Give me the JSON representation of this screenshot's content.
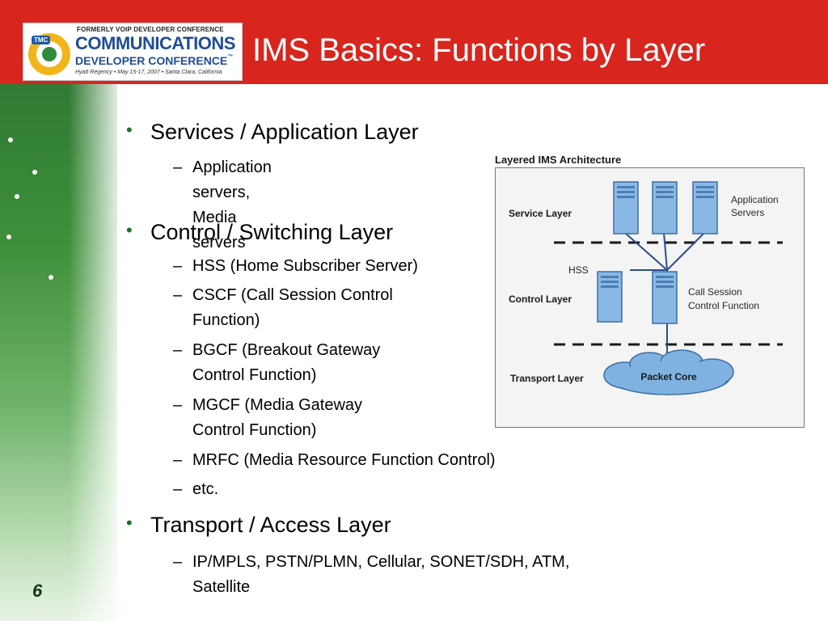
{
  "header": {
    "title": "IMS Basics: Functions by Layer",
    "logo": {
      "top_line": "FORMERLY VOIP DEVELOPER CONFERENCE",
      "badge": "TMC",
      "line1": "COMMUNICATIONS",
      "line2": "DEVELOPER CONFERENCE",
      "tm": "™",
      "line3": "Hyatt Regency • May 15-17, 2007 • Santa Clara, California"
    }
  },
  "content": {
    "sections": [
      {
        "heading": "Services / Application Layer",
        "items": [
          {
            "line1": "Application servers,",
            "line2": "Media servers"
          }
        ]
      },
      {
        "heading": "Control / Switching Layer",
        "items": [
          {
            "line1": "HSS (Home Subscriber Server)",
            "line2": ""
          },
          {
            "line1": "CSCF (Call Session Control",
            "line2": "Function)"
          },
          {
            "line1": "BGCF (Breakout Gateway",
            "line2": "Control Function)"
          },
          {
            "line1": "MGCF (Media Gateway",
            "line2": "Control Function)"
          },
          {
            "line1": "MRFC (Media Resource Function Control)",
            "line2": ""
          },
          {
            "line1": "etc.",
            "line2": ""
          }
        ]
      },
      {
        "heading": "Transport / Access Layer",
        "items": [
          {
            "line1": "IP/MPLS, PSTN/PLMN, Cellular, SONET/SDH, ATM,",
            "line2": "Satellite"
          }
        ]
      }
    ]
  },
  "figure": {
    "caption": "Layered IMS Architecture",
    "layers": {
      "service": "Service Layer",
      "control": "Control Layer",
      "transport": "Transport Layer"
    },
    "labels": {
      "app_servers_1": "Application",
      "app_servers_2": "Servers",
      "hss": "HSS",
      "cscf_1": "Call Session",
      "cscf_2": "Control Function",
      "packet_core": "Packet Core"
    },
    "colors": {
      "server_fill": "#8ab8e4",
      "server_stroke": "#3b6ea5",
      "link": "#2c4f8c",
      "dash": "#1a1a1a",
      "cloud": "#7fb2e0"
    }
  },
  "footer": {
    "slide_number": "6"
  },
  "colors": {
    "header_red": "#d8251d",
    "bullet_green": "#1f6f2a"
  }
}
